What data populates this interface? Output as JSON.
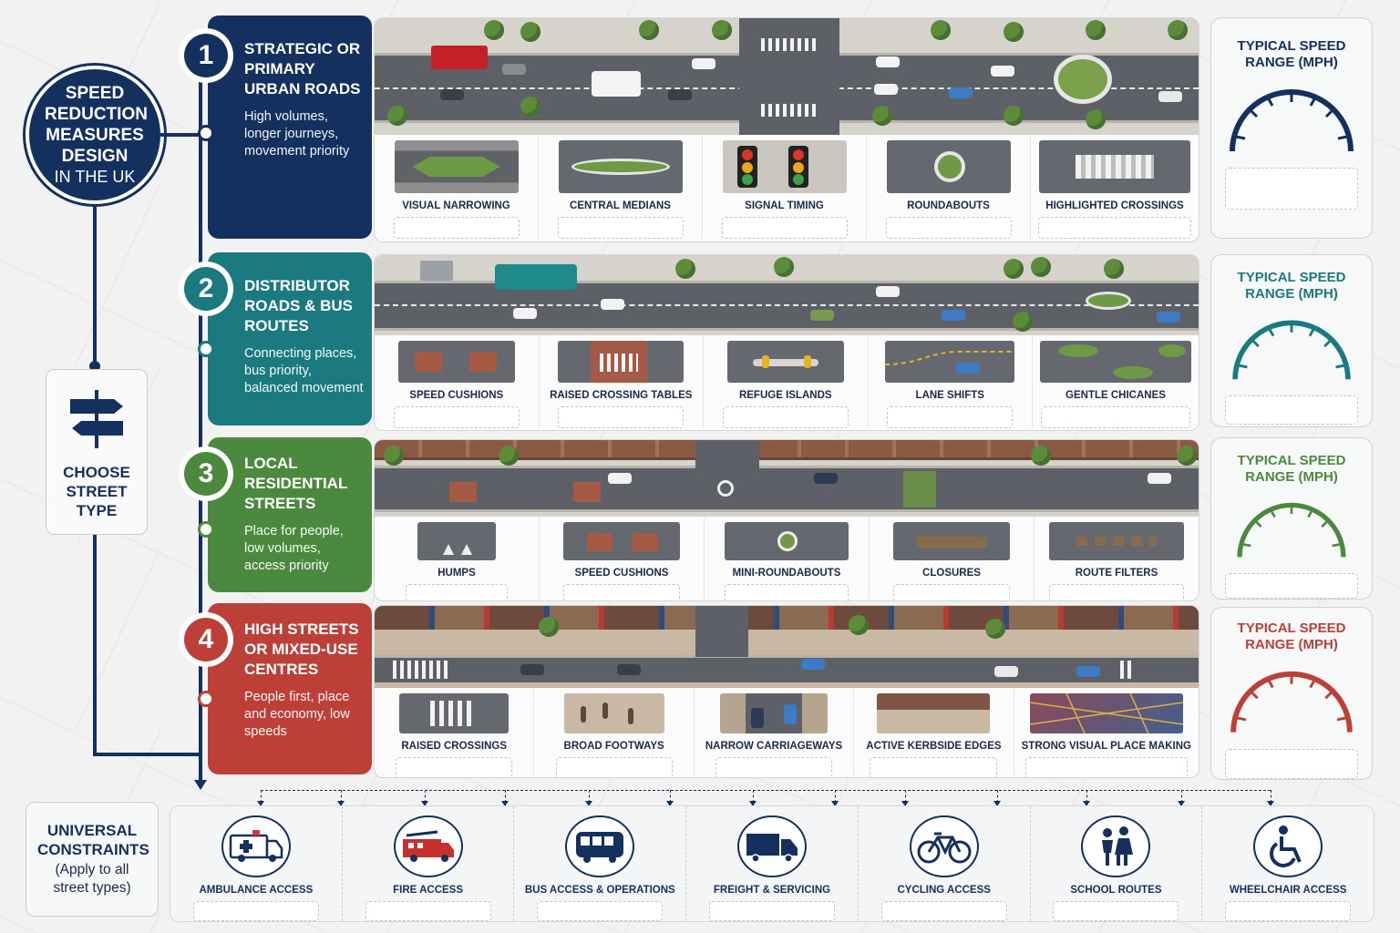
{
  "title": {
    "bold": "SPEED REDUCTION MEASURES DESIGN",
    "sub": "IN THE UK"
  },
  "choose": {
    "label": "CHOOSE STREET TYPE",
    "icon": "signpost-icon"
  },
  "colors": {
    "navy": "#13305e",
    "teal": "#1b7a7f",
    "green": "#4b8a3e",
    "red": "#bc4037"
  },
  "rows": [
    {
      "num": "1",
      "name": "STRATEGIC OR PRIMARY URBAN ROADS",
      "desc": "High volumes, longer journeys, movement priority",
      "color": "#13305e",
      "measures": [
        "VISUAL NARROWING",
        "CENTRAL MEDIANS",
        "SIGNAL TIMING",
        "ROUNDABOUTS",
        "HIGHLIGHTED CROSSINGS"
      ],
      "speed_title": "TYPICAL SPEED RANGE (MPH)"
    },
    {
      "num": "2",
      "name": "DISTRIBUTOR ROADS & BUS ROUTES",
      "desc": "Connecting places, bus priority, balanced movement",
      "color": "#1b7a7f",
      "measures": [
        "SPEED CUSHIONS",
        "RAISED CROSSING TABLES",
        "REFUGE ISLANDS",
        "LANE SHIFTS",
        "GENTLE CHICANES"
      ],
      "speed_title": "TYPICAL SPEED RANGE (MPH)"
    },
    {
      "num": "3",
      "name": "LOCAL RESIDENTIAL STREETS",
      "desc": "Place for people, low volumes, access priority",
      "color": "#4b8a3e",
      "measures": [
        "HUMPS",
        "SPEED CUSHIONS",
        "MINI-ROUNDABOUTS",
        "CLOSURES",
        "ROUTE FILTERS"
      ],
      "speed_title": "TYPICAL SPEED RANGE (MPH)"
    },
    {
      "num": "4",
      "name": "HIGH STREETS OR MIXED-USE CENTRES",
      "desc": "People first, place and economy, low speeds",
      "color": "#bc4037",
      "measures": [
        "RAISED CROSSINGS",
        "BROAD FOOTWAYS",
        "NARROW CARRIAGEWAYS",
        "ACTIVE KERBSIDE EDGES",
        "STRONG VISUAL PLACE MAKING"
      ],
      "speed_title": "TYPICAL SPEED RANGE (MPH)"
    }
  ],
  "constraints": {
    "title": "UNIVERSAL CONSTRAINTS",
    "subtitle": "(Apply to all street types)",
    "items": [
      {
        "label": "AMBULANCE ACCESS",
        "icon": "ambulance-icon"
      },
      {
        "label": "FIRE ACCESS",
        "icon": "fire-engine-icon"
      },
      {
        "label": "BUS ACCESS & OPERATIONS",
        "icon": "bus-icon"
      },
      {
        "label": "FREIGHT & SERVICING",
        "icon": "truck-icon"
      },
      {
        "label": "CYCLING ACCESS",
        "icon": "bicycle-icon"
      },
      {
        "label": "SCHOOL ROUTES",
        "icon": "children-icon"
      },
      {
        "label": "WHEELCHAIR ACCESS",
        "icon": "wheelchair-icon"
      }
    ]
  }
}
